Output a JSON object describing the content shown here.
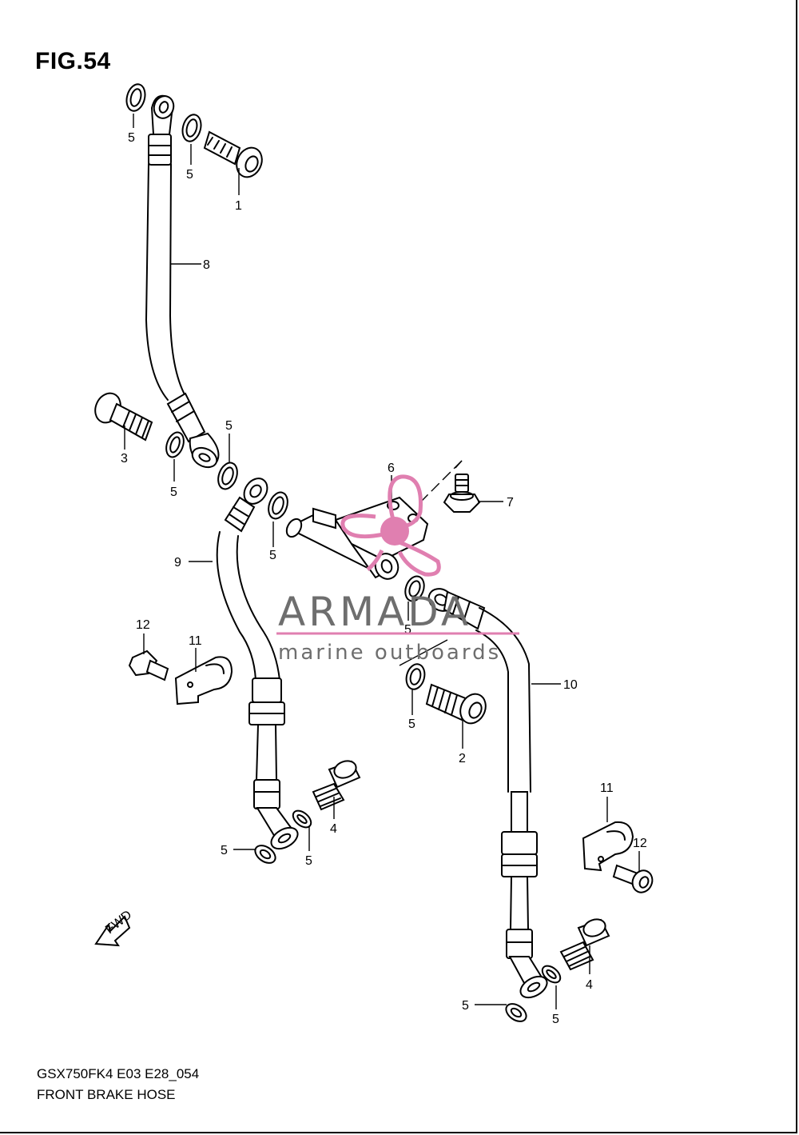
{
  "figure": {
    "title": "FIG.54",
    "model_code": "GSX750FK4 E03 E28_054",
    "caption": "FRONT BRAKE  HOSE"
  },
  "watermark": {
    "brand": "ARMADA",
    "tagline": "marine outboards",
    "accent_color": "#e07fb0",
    "text_color": "#6e6e6e"
  },
  "fwd_label": "FWD",
  "callouts": {
    "c1": "1",
    "c2": "2",
    "c3": "3",
    "c4a": "4",
    "c4b": "4",
    "c5a": "5",
    "c5b": "5",
    "c5c": "5",
    "c5d": "5",
    "c5e": "5",
    "c5f": "5",
    "c5g": "5",
    "c5h": "5",
    "c5i": "5",
    "c5j": "5",
    "c5k": "5",
    "c6": "6",
    "c7": "7",
    "c8": "8",
    "c9": "9",
    "c10": "10",
    "c11a": "11",
    "c11b": "11",
    "c12a": "12",
    "c12b": "12"
  }
}
